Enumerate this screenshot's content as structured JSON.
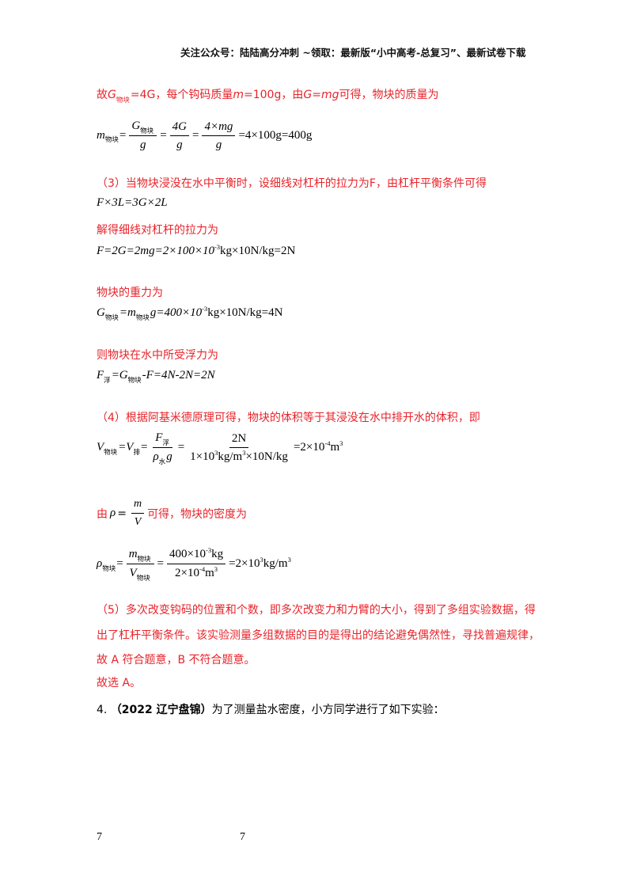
{
  "header": {
    "text": "关注公众号：陆陆高分冲刺 ~领取：最新版“小中高考-总复习”、最新试卷下载"
  },
  "content": {
    "line1": {
      "pre": "故",
      "G": "G",
      "sub": "物块",
      "eq": "=4G",
      "rest": "，每个钩码质量",
      "m": "m",
      "val": "=100g，由",
      "Gmg": "G=mg",
      "tail": "可得，物块的质量为"
    },
    "eq1": {
      "lhs": "m",
      "lhs_sub": "物块",
      "f1_num": "G",
      "f1_num_sub": "物块",
      "f1_den": "g",
      "f2_num": "4G",
      "f2_den": "g",
      "f3_num": "4×mg",
      "f3_den": "g",
      "rhs": "=4×100g=400g"
    },
    "p3": "（3）当物块浸没在水中平衡时，设细线对杠杆的拉力为F，由杠杆平衡条件可得",
    "eq2": "F×3L=3G×2L",
    "p3b": "解得细线对杠杆的拉力为",
    "eq3": {
      "a": "F=2G=2mg=2×100×10",
      "exp": "-3",
      "b": "kg×10N/kg=2N"
    },
    "p3c": "物块的重力为",
    "eq4": {
      "a": "G",
      "a_sub": "物块",
      "b": "=m",
      "b_sub": "物块",
      "c": "g=400×10",
      "exp": "-3",
      "d": "kg×10N/kg=4N"
    },
    "p3d": "则物块在水中所受浮力为",
    "eq5": {
      "a": "F",
      "a_sub": "浮",
      "b": "=G",
      "b_sub": "物块",
      "c": "-F=4N-2N=2N"
    },
    "p4": "（4）根据阿基米德原理可得，物块的体积等于其浸没在水中排开水的体积，即",
    "eq6": {
      "a": "V",
      "a_sub": "物块",
      "b": "=V",
      "b_sub": "排",
      "f1_num": "F",
      "f1_num_sub": "浮",
      "f1_den_rho": "ρ",
      "f1_den_sub": "水",
      "f1_den_g": "g",
      "f2_num": "2N",
      "f2_den_a": "1×10",
      "f2_den_exp1": "3",
      "f2_den_b": "kg/m",
      "f2_den_exp2": "3",
      "f2_den_c": "×10N/kg",
      "rhs_a": "=2×10",
      "rhs_exp": "-4",
      "rhs_b": "m",
      "rhs_exp2": "3"
    },
    "p4b": {
      "pre": "由",
      "rho": "ρ",
      "eq": "=",
      "num": "m",
      "den": "V",
      "tail": "可得，物块的密度为"
    },
    "eq7": {
      "rho": "ρ",
      "rho_sub": "物块",
      "f1_num": "m",
      "f1_num_sub": "物块",
      "f1_den": "V",
      "f1_den_sub": "物块",
      "f2_num_a": "400×10",
      "f2_num_exp": "-3",
      "f2_num_b": "kg",
      "f2_den_a": "2×10",
      "f2_den_exp": "-4",
      "f2_den_b": "m",
      "f2_den_exp2": "3",
      "rhs_a": "=2×10",
      "rhs_exp": "3",
      "rhs_b": "kg/m",
      "rhs_exp2": "3"
    },
    "p5_line1": "（5）多次改变钩码的位置和个数，即多次改变力和力臂的大小，得到了多组实验数据，得",
    "p5_line2": "出了杠杆平衡条件。该实验测量多组数据的目的是得出的结论避免偶然性，寻找普遍规律，",
    "p5_line3": "故 A 符合题意，B 不符合题意。",
    "answer": "故选 A。",
    "q4": {
      "num": "4.",
      "source": "（2022 辽宁盘锦）",
      "text": "为了测量盐水密度，小方同学进行了如下实验："
    }
  },
  "footer": {
    "left_page": "7",
    "center_page": "7"
  }
}
